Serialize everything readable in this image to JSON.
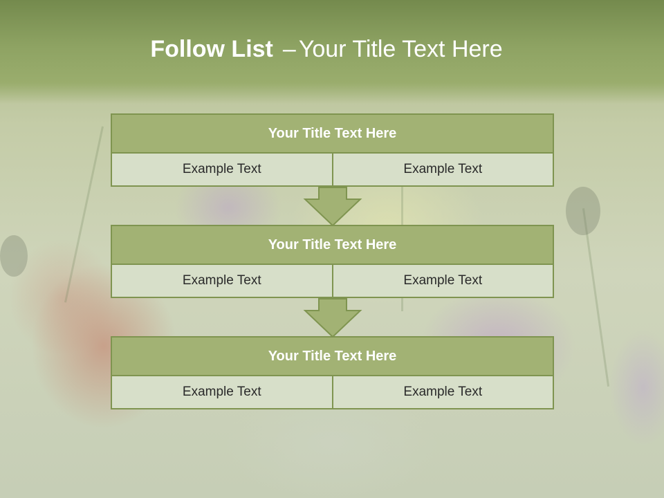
{
  "slide": {
    "title_bold": "Follow List",
    "title_dash": "–",
    "title_rest": "Your Title Text Here"
  },
  "blocks": [
    {
      "title": "Your Title Text Here",
      "left": "Example Text",
      "right": "Example Text"
    },
    {
      "title": "Your Title Text Here",
      "left": "Example Text",
      "right": "Example Text"
    },
    {
      "title": "Your Title Text Here",
      "left": "Example Text",
      "right": "Example Text"
    }
  ],
  "colors": {
    "header": "#8ea363",
    "title_box": "#a2b274",
    "cell": "#d7dfc9",
    "border": "#7f9450",
    "arrow": "#a2b274"
  }
}
